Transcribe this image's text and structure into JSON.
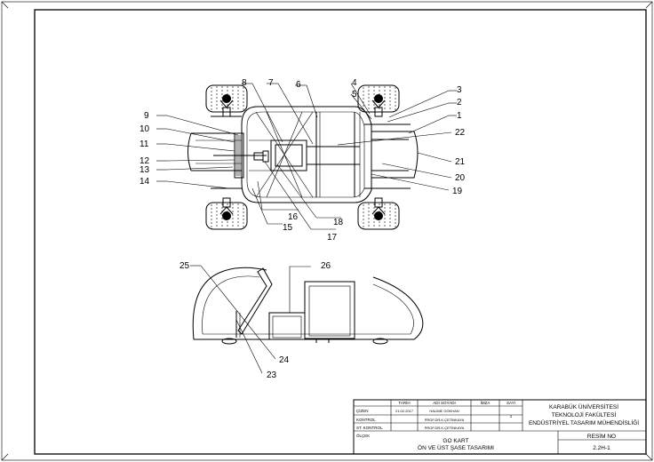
{
  "callouts": [
    "1",
    "2",
    "3",
    "4",
    "5",
    "6",
    "7",
    "8",
    "9",
    "10",
    "11",
    "12",
    "13",
    "14",
    "15",
    "16",
    "17",
    "18",
    "19",
    "20",
    "21",
    "22",
    "23",
    "24",
    "25",
    "26"
  ],
  "title_block": {
    "header_tarih": "TARİH",
    "header_adi": "ADI SOYADI",
    "header_imza": "İMZA",
    "header_sayi": "SAYI",
    "row_cizen": "ÇİZEN",
    "cizen_date": "21.02.2017",
    "cizen_name": "HALİME GÖKHAN",
    "row_kontrol": "KONTROL",
    "kontrol_name": "PROF.DR.K.ÇETİNKAYA",
    "row_st_kontrol": "ST. KONTROL",
    "st_kontrol_name": "PROF.DR.K.ÇETİNKAYA",
    "row_olcek": "ÖLÇEK",
    "sayi_value": "1",
    "university_line1": "KARABÜK ÜNİVERSİTESİ",
    "university_line2": "TEKNOLOJİ FAKÜLTESİ",
    "university_line3": "ENDÜSTRİYEL TASARIM MÜHENDİSLİĞİ",
    "drawing_title_line1": "GO KART",
    "drawing_title_line2": "ÖN VE ÜST ŞASE TASARIMI",
    "resim_no_label": "RESİM NO",
    "resim_no_value": "2.2H-1"
  }
}
